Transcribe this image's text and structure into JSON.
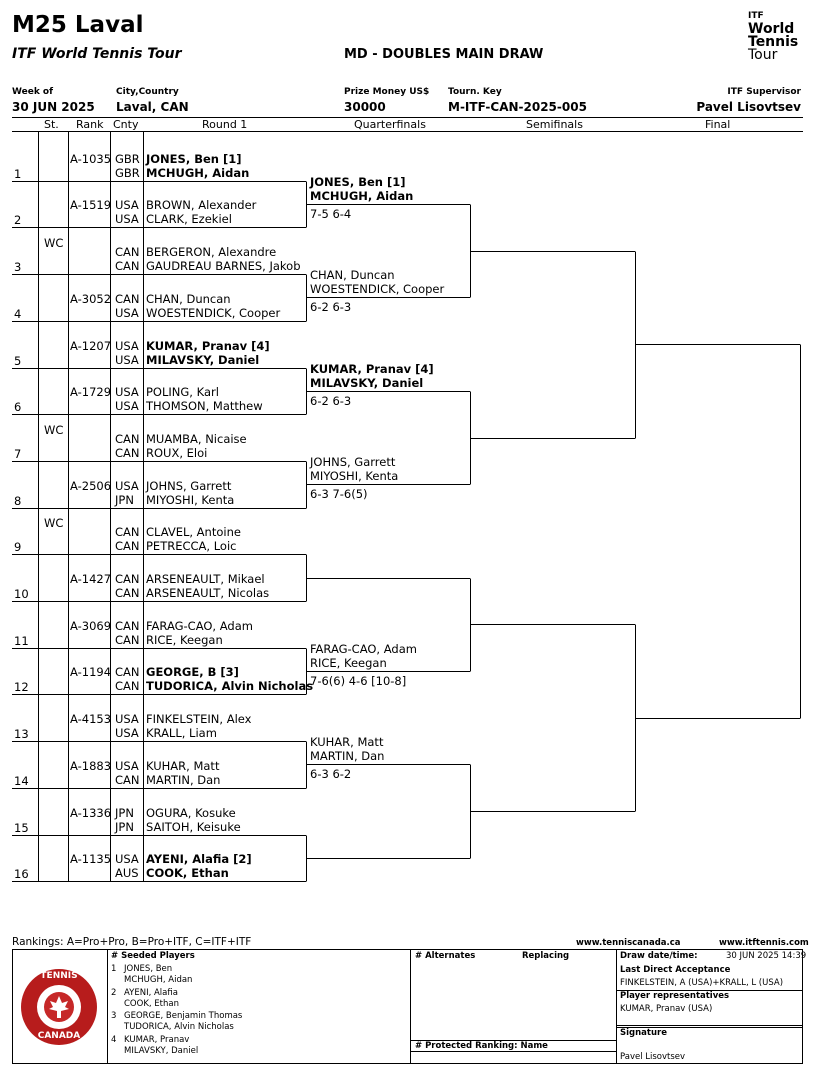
{
  "header": {
    "title": "M25 Laval",
    "tour": "ITF World Tennis Tour",
    "draw_name": "MD - DOUBLES MAIN DRAW",
    "logo_text": [
      "ITF",
      "World",
      "Tennis",
      "Tour"
    ],
    "week_label": "Week of",
    "week_value": "30 JUN 2025",
    "city_label": "City,Country",
    "city_value": "Laval, CAN",
    "prize_label": "Prize Money US$",
    "prize_value": "30000",
    "key_label": "Tourn. Key",
    "key_value": "M-ITF-CAN-2025-005",
    "supervisor_label": "ITF Supervisor",
    "supervisor_value": "Pavel Lisovtsev"
  },
  "columns": {
    "st": "St.",
    "rank": "Rank",
    "cnty": "Cnty",
    "round1": "Round 1",
    "qf": "Quarterfinals",
    "sf": "Semifinals",
    "final": "Final"
  },
  "entries": [
    {
      "num": "1",
      "st": "",
      "rank": "A-1035",
      "c1": "GBR",
      "c2": "GBR",
      "p1": "JONES, Ben [1]",
      "p2": "MCHUGH, Aidan",
      "bold": true
    },
    {
      "num": "2",
      "st": "",
      "rank": "A-1519",
      "c1": "USA",
      "c2": "USA",
      "p1": "BROWN, Alexander",
      "p2": "CLARK, Ezekiel",
      "bold": false
    },
    {
      "num": "3",
      "st": "WC",
      "rank": "",
      "c1": "CAN",
      "c2": "CAN",
      "p1": "BERGERON, Alexandre",
      "p2": "GAUDREAU BARNES, Jakob",
      "bold": false
    },
    {
      "num": "4",
      "st": "",
      "rank": "A-3052",
      "c1": "CAN",
      "c2": "USA",
      "p1": "CHAN, Duncan",
      "p2": "WOESTENDICK, Cooper",
      "bold": false
    },
    {
      "num": "5",
      "st": "",
      "rank": "A-1207",
      "c1": "USA",
      "c2": "USA",
      "p1": "KUMAR, Pranav [4]",
      "p2": "MILAVSKY, Daniel",
      "bold": true
    },
    {
      "num": "6",
      "st": "",
      "rank": "A-1729",
      "c1": "USA",
      "c2": "USA",
      "p1": "POLING, Karl",
      "p2": "THOMSON, Matthew",
      "bold": false
    },
    {
      "num": "7",
      "st": "WC",
      "rank": "",
      "c1": "CAN",
      "c2": "CAN",
      "p1": "MUAMBA, Nicaise",
      "p2": "ROUX, Eloi",
      "bold": false
    },
    {
      "num": "8",
      "st": "",
      "rank": "A-2506",
      "c1": "USA",
      "c2": "JPN",
      "p1": "JOHNS, Garrett",
      "p2": "MIYOSHI, Kenta",
      "bold": false
    },
    {
      "num": "9",
      "st": "WC",
      "rank": "",
      "c1": "CAN",
      "c2": "CAN",
      "p1": "CLAVEL, Antoine",
      "p2": "PETRECCA, Loic",
      "bold": false
    },
    {
      "num": "10",
      "st": "",
      "rank": "A-1427",
      "c1": "CAN",
      "c2": "CAN",
      "p1": "ARSENEAULT, Mikael",
      "p2": "ARSENEAULT, Nicolas",
      "bold": false
    },
    {
      "num": "11",
      "st": "",
      "rank": "A-3069",
      "c1": "CAN",
      "c2": "CAN",
      "p1": "FARAG-CAO, Adam",
      "p2": "RICE, Keegan",
      "bold": false
    },
    {
      "num": "12",
      "st": "",
      "rank": "A-1194",
      "c1": "CAN",
      "c2": "CAN",
      "p1": "GEORGE, B [3]",
      "p2": "TUDORICA, Alvin Nicholas",
      "bold": true
    },
    {
      "num": "13",
      "st": "",
      "rank": "A-4153",
      "c1": "USA",
      "c2": "USA",
      "p1": "FINKELSTEIN, Alex",
      "p2": "KRALL, Liam",
      "bold": false
    },
    {
      "num": "14",
      "st": "",
      "rank": "A-1883",
      "c1": "USA",
      "c2": "CAN",
      "p1": "KUHAR, Matt",
      "p2": "MARTIN, Dan",
      "bold": false
    },
    {
      "num": "15",
      "st": "",
      "rank": "A-1336",
      "c1": "JPN",
      "c2": "JPN",
      "p1": "OGURA, Kosuke",
      "p2": "SAITOH, Keisuke",
      "bold": false
    },
    {
      "num": "16",
      "st": "",
      "rank": "A-1135",
      "c1": "USA",
      "c2": "AUS",
      "p1": "AYENI, Alafia [2]",
      "p2": "COOK, Ethan",
      "bold": true
    }
  ],
  "quarterfinals": [
    {
      "p1": "JONES, Ben [1]",
      "p2": "MCHUGH, Aidan",
      "score": "7-5 6-4",
      "bold": true
    },
    {
      "p1": "CHAN, Duncan",
      "p2": "WOESTENDICK, Cooper",
      "score": "6-2 6-3",
      "bold": false
    },
    {
      "p1": "KUMAR, Pranav [4]",
      "p2": "MILAVSKY, Daniel",
      "score": "6-2 6-3",
      "bold": true
    },
    {
      "p1": "JOHNS, Garrett",
      "p2": "MIYOSHI, Kenta",
      "score": "6-3 7-6(5)",
      "bold": false
    },
    {
      "p1": "",
      "p2": "",
      "score": "",
      "bold": false
    },
    {
      "p1": "FARAG-CAO, Adam",
      "p2": "RICE, Keegan",
      "score": "7-6(6) 4-6 [10-8]",
      "bold": false
    },
    {
      "p1": "KUHAR, Matt",
      "p2": "MARTIN, Dan",
      "score": "6-3 6-2",
      "bold": false
    },
    {
      "p1": "",
      "p2": "",
      "score": "",
      "bold": false
    }
  ],
  "footer": {
    "rankings": "Rankings: A=Pro+Pro, B=Pro+ITF, C=ITF+ITF",
    "site1": "www.tenniscanada.ca",
    "site2": "www.itftennis.com",
    "seeded_header": "#    Seeded Players",
    "seeds": [
      {
        "n": "1",
        "a": "JONES, Ben",
        "b": "MCHUGH, Aidan"
      },
      {
        "n": "2",
        "a": "AYENI, Alafia",
        "b": "COOK, Ethan"
      },
      {
        "n": "3",
        "a": "GEORGE, Benjamin Thomas",
        "b": "TUDORICA, Alvin Nicholas"
      },
      {
        "n": "4",
        "a": "KUMAR, Pranav",
        "b": "MILAVSKY, Daniel"
      }
    ],
    "alternates": "# Alternates",
    "replacing": "Replacing",
    "protected": "#  Protected Ranking: Name",
    "draw_date_label": "Draw date/time:",
    "draw_date_value": "30 JUN 2025 14:39",
    "lda_label": "Last Direct Acceptance",
    "lda_value": "FINKELSTEIN, A (USA)+KRALL, L (USA)",
    "reps_label": "Player representatives",
    "reps_value": "KUMAR, Pranav (USA)",
    "signature_label": "Signature",
    "signature_value": "Pavel Lisovtsev",
    "logo_top": "TENNIS",
    "logo_bottom": "CANADA"
  }
}
